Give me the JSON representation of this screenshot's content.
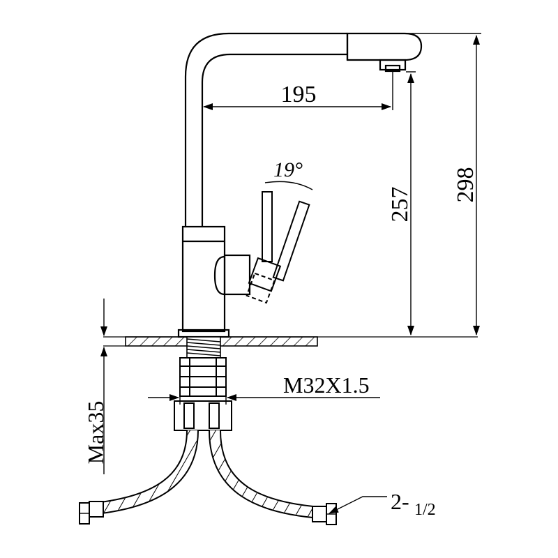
{
  "drawing": {
    "dimensions": {
      "reach": "195",
      "outlet_height": "257",
      "total_height": "298",
      "handle_angle": "19°",
      "thread": "M32X1.5",
      "max_thickness": "Max35",
      "hose_connection_whole": "2-",
      "hose_connection_fraction": "1/2"
    }
  }
}
